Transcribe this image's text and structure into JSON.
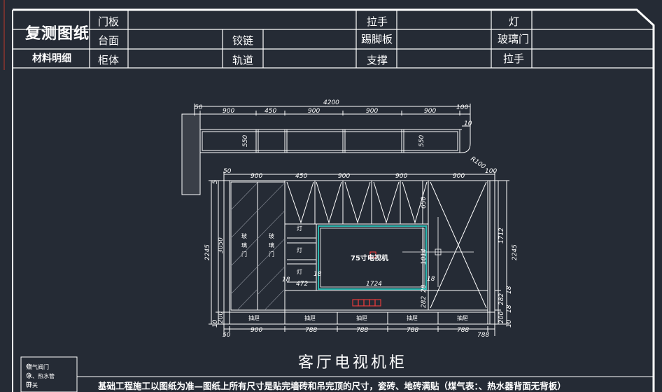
{
  "header": {
    "title": "复测图纸",
    "materials": "材料明细",
    "row1": [
      "门板",
      "拉手",
      "灯"
    ],
    "row2": [
      "台面",
      "铰链",
      "踢脚板",
      "玻璃门"
    ],
    "row3": [
      "柜体",
      "轨道",
      "支撑",
      "拉手"
    ]
  },
  "drawing": {
    "caption": "客厅电视机柜",
    "tv_label": "75寸电视机",
    "glass_label": "玻\n璃\n门",
    "light_label": "灯",
    "drawer_label": "抽屉",
    "plan_dims": {
      "total": "4200",
      "segments": [
        "50",
        "900",
        "450",
        "900",
        "900",
        "900",
        "100"
      ],
      "depth": "550",
      "right_side": "10",
      "corner": "R100"
    },
    "elev_dims_top": [
      "50",
      "900",
      "450",
      "900",
      "900",
      "900",
      "100"
    ],
    "elev_dims_bottom": [
      "50",
      "900",
      "788",
      "788",
      "788",
      "788",
      "788"
    ],
    "elev_left": [
      "5",
      "3050",
      "2245",
      "200",
      "10"
    ],
    "elev_right": [
      "1712",
      "2245",
      "18",
      "282",
      "200",
      "18",
      "10"
    ],
    "inner": [
      "650",
      "1014",
      "472",
      "1724",
      "18",
      "18",
      "20",
      "282",
      "18"
    ]
  },
  "legend": [
    "燃气阀门",
    "水、热水管",
    "开关"
  ],
  "footer_note": "基础工程施工以图纸为准—图纸上所有尺寸是贴完墙砖和吊完顶的尺寸，瓷砖、地砖满贴（煤气表：、热水器背面无背板）"
}
